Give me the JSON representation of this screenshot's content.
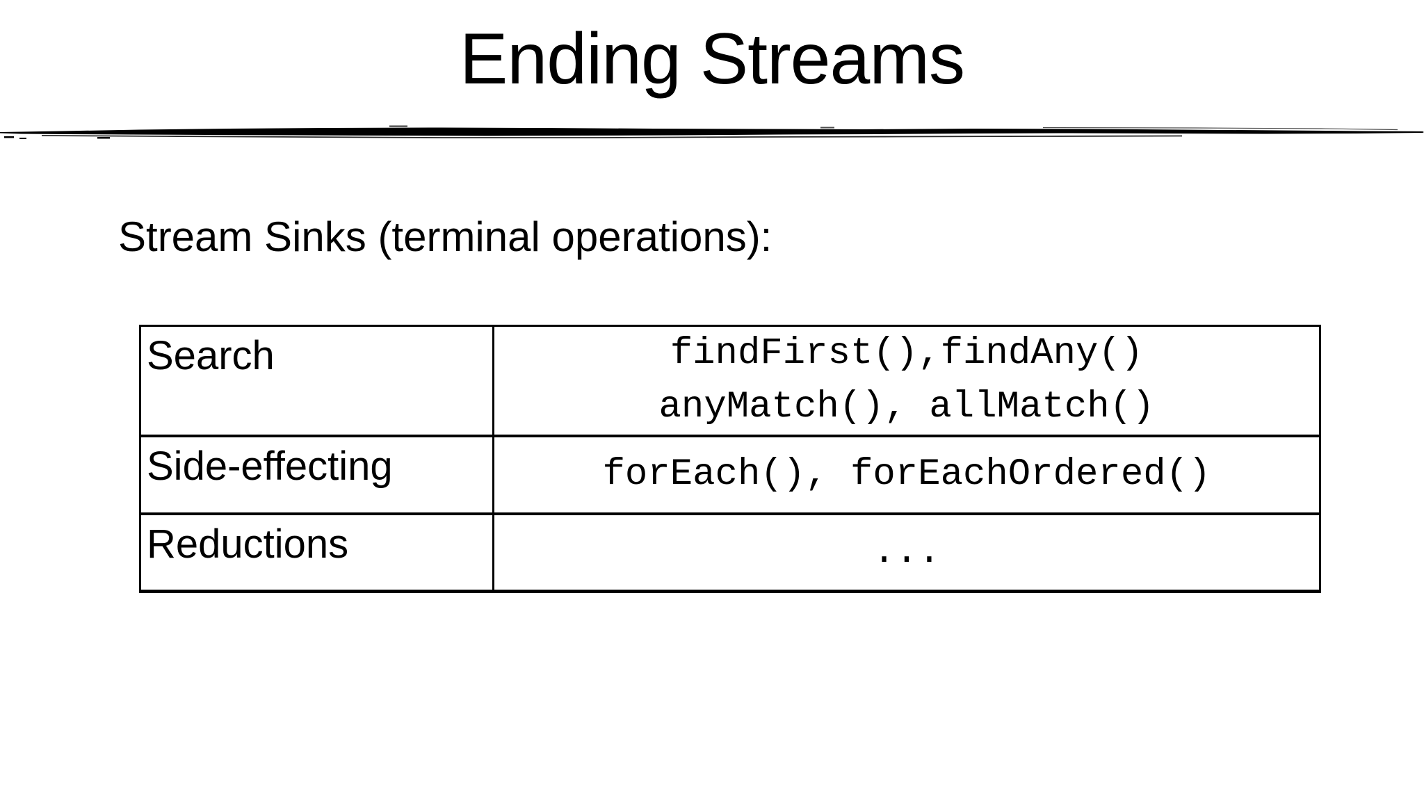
{
  "slide": {
    "title": "Ending Streams",
    "subtitle": "Stream Sinks (terminal operations):"
  },
  "table": {
    "rows": [
      {
        "label": "Search",
        "code": [
          "findFirst(),findAny()",
          "anyMatch(), allMatch()"
        ]
      },
      {
        "label": "Side-effecting",
        "code": [
          "forEach(), forEachOrdered()"
        ]
      },
      {
        "label": "Reductions",
        "code": [
          "..."
        ]
      }
    ]
  },
  "colors": {
    "background": "#ffffff",
    "text": "#000000",
    "border": "#000000"
  }
}
